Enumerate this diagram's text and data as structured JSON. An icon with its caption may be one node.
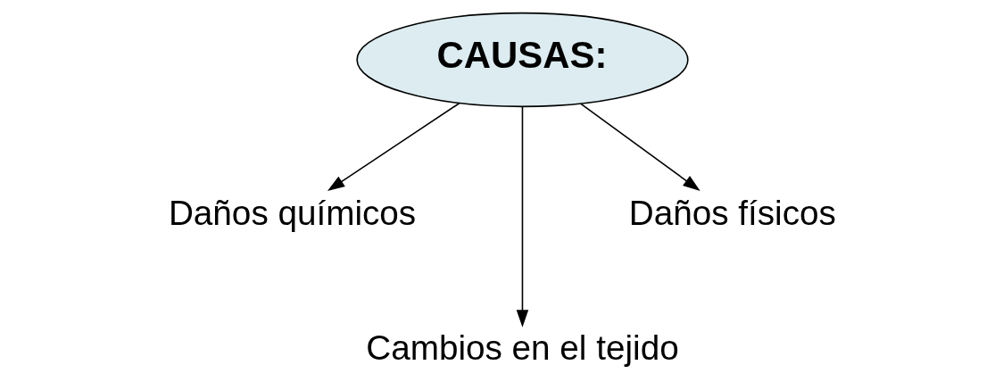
{
  "diagram": {
    "nodes": [
      {
        "text": [
          "CAUSAS:"
        ]
      },
      {
        "text": [
          "Daños químicos"
        ]
      },
      {
        "text": [
          "Daños físicos"
        ]
      },
      {
        "text": [
          "Cambios en el tejido"
        ]
      }
    ],
    "edges": [
      {
        "from": 0,
        "to": 1,
        "arrow": "to"
      },
      {
        "from": 0,
        "to": 3,
        "arrow": "to"
      },
      {
        "from": 0,
        "to": 2,
        "arrow": "to"
      }
    ]
  }
}
